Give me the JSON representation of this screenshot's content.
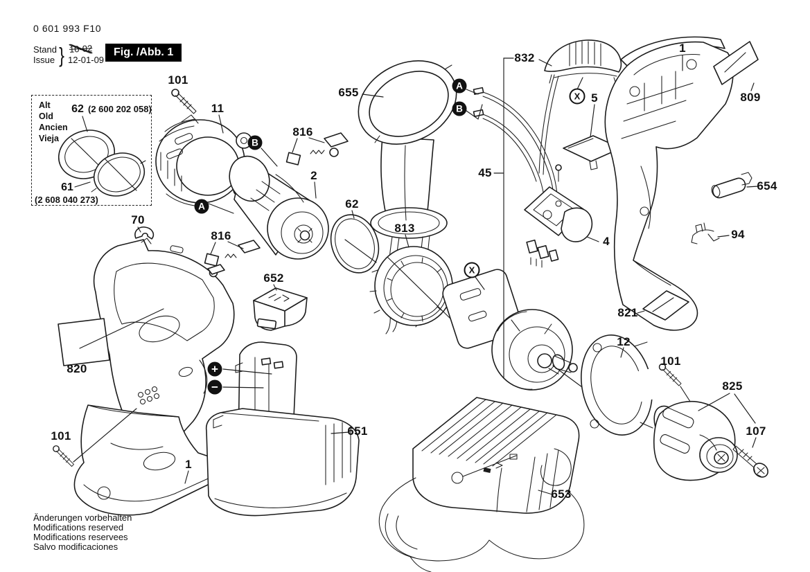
{
  "header": {
    "part_number": "0 601 993 F10",
    "stand": "Stand",
    "issue": "Issue",
    "brace": "}",
    "date_old": "10-02",
    "date_new": "12-01-09",
    "figure_label": "Fig. /Abb. 1"
  },
  "legacy_box": {
    "lang1": "Alt",
    "lang2": "Old",
    "lang3": "Ancien",
    "lang4": "Vieja",
    "num62": "62",
    "code62": "(2 600 202 058)",
    "num61": "61",
    "code61": "(2 608 040 273)"
  },
  "callouts": {
    "n101_top": "101",
    "n11": "11",
    "n816_top": "816",
    "n2": "2",
    "n655": "655",
    "n832": "832",
    "n5": "5",
    "n1_housing": "1",
    "n809": "809",
    "n45": "45",
    "n654": "654",
    "n94": "94",
    "n4": "4",
    "n821": "821",
    "n62_mid": "62",
    "n813": "813",
    "n70": "70",
    "n816_left": "816",
    "n652": "652",
    "n820": "820",
    "n12": "12",
    "n101_right": "101",
    "n825": "825",
    "n107": "107",
    "n651": "651",
    "n653": "653",
    "n101_bottom": "101",
    "n1_base": "1"
  },
  "badges": {
    "a": "A",
    "b": "B",
    "x": "X",
    "plus": "+",
    "minus": "−"
  },
  "footer": {
    "l1": "Änderungen vorbehalten",
    "l2": "Modifications reserved",
    "l3": "Modifications reservees",
    "l4": "Salvo modificaciones"
  }
}
